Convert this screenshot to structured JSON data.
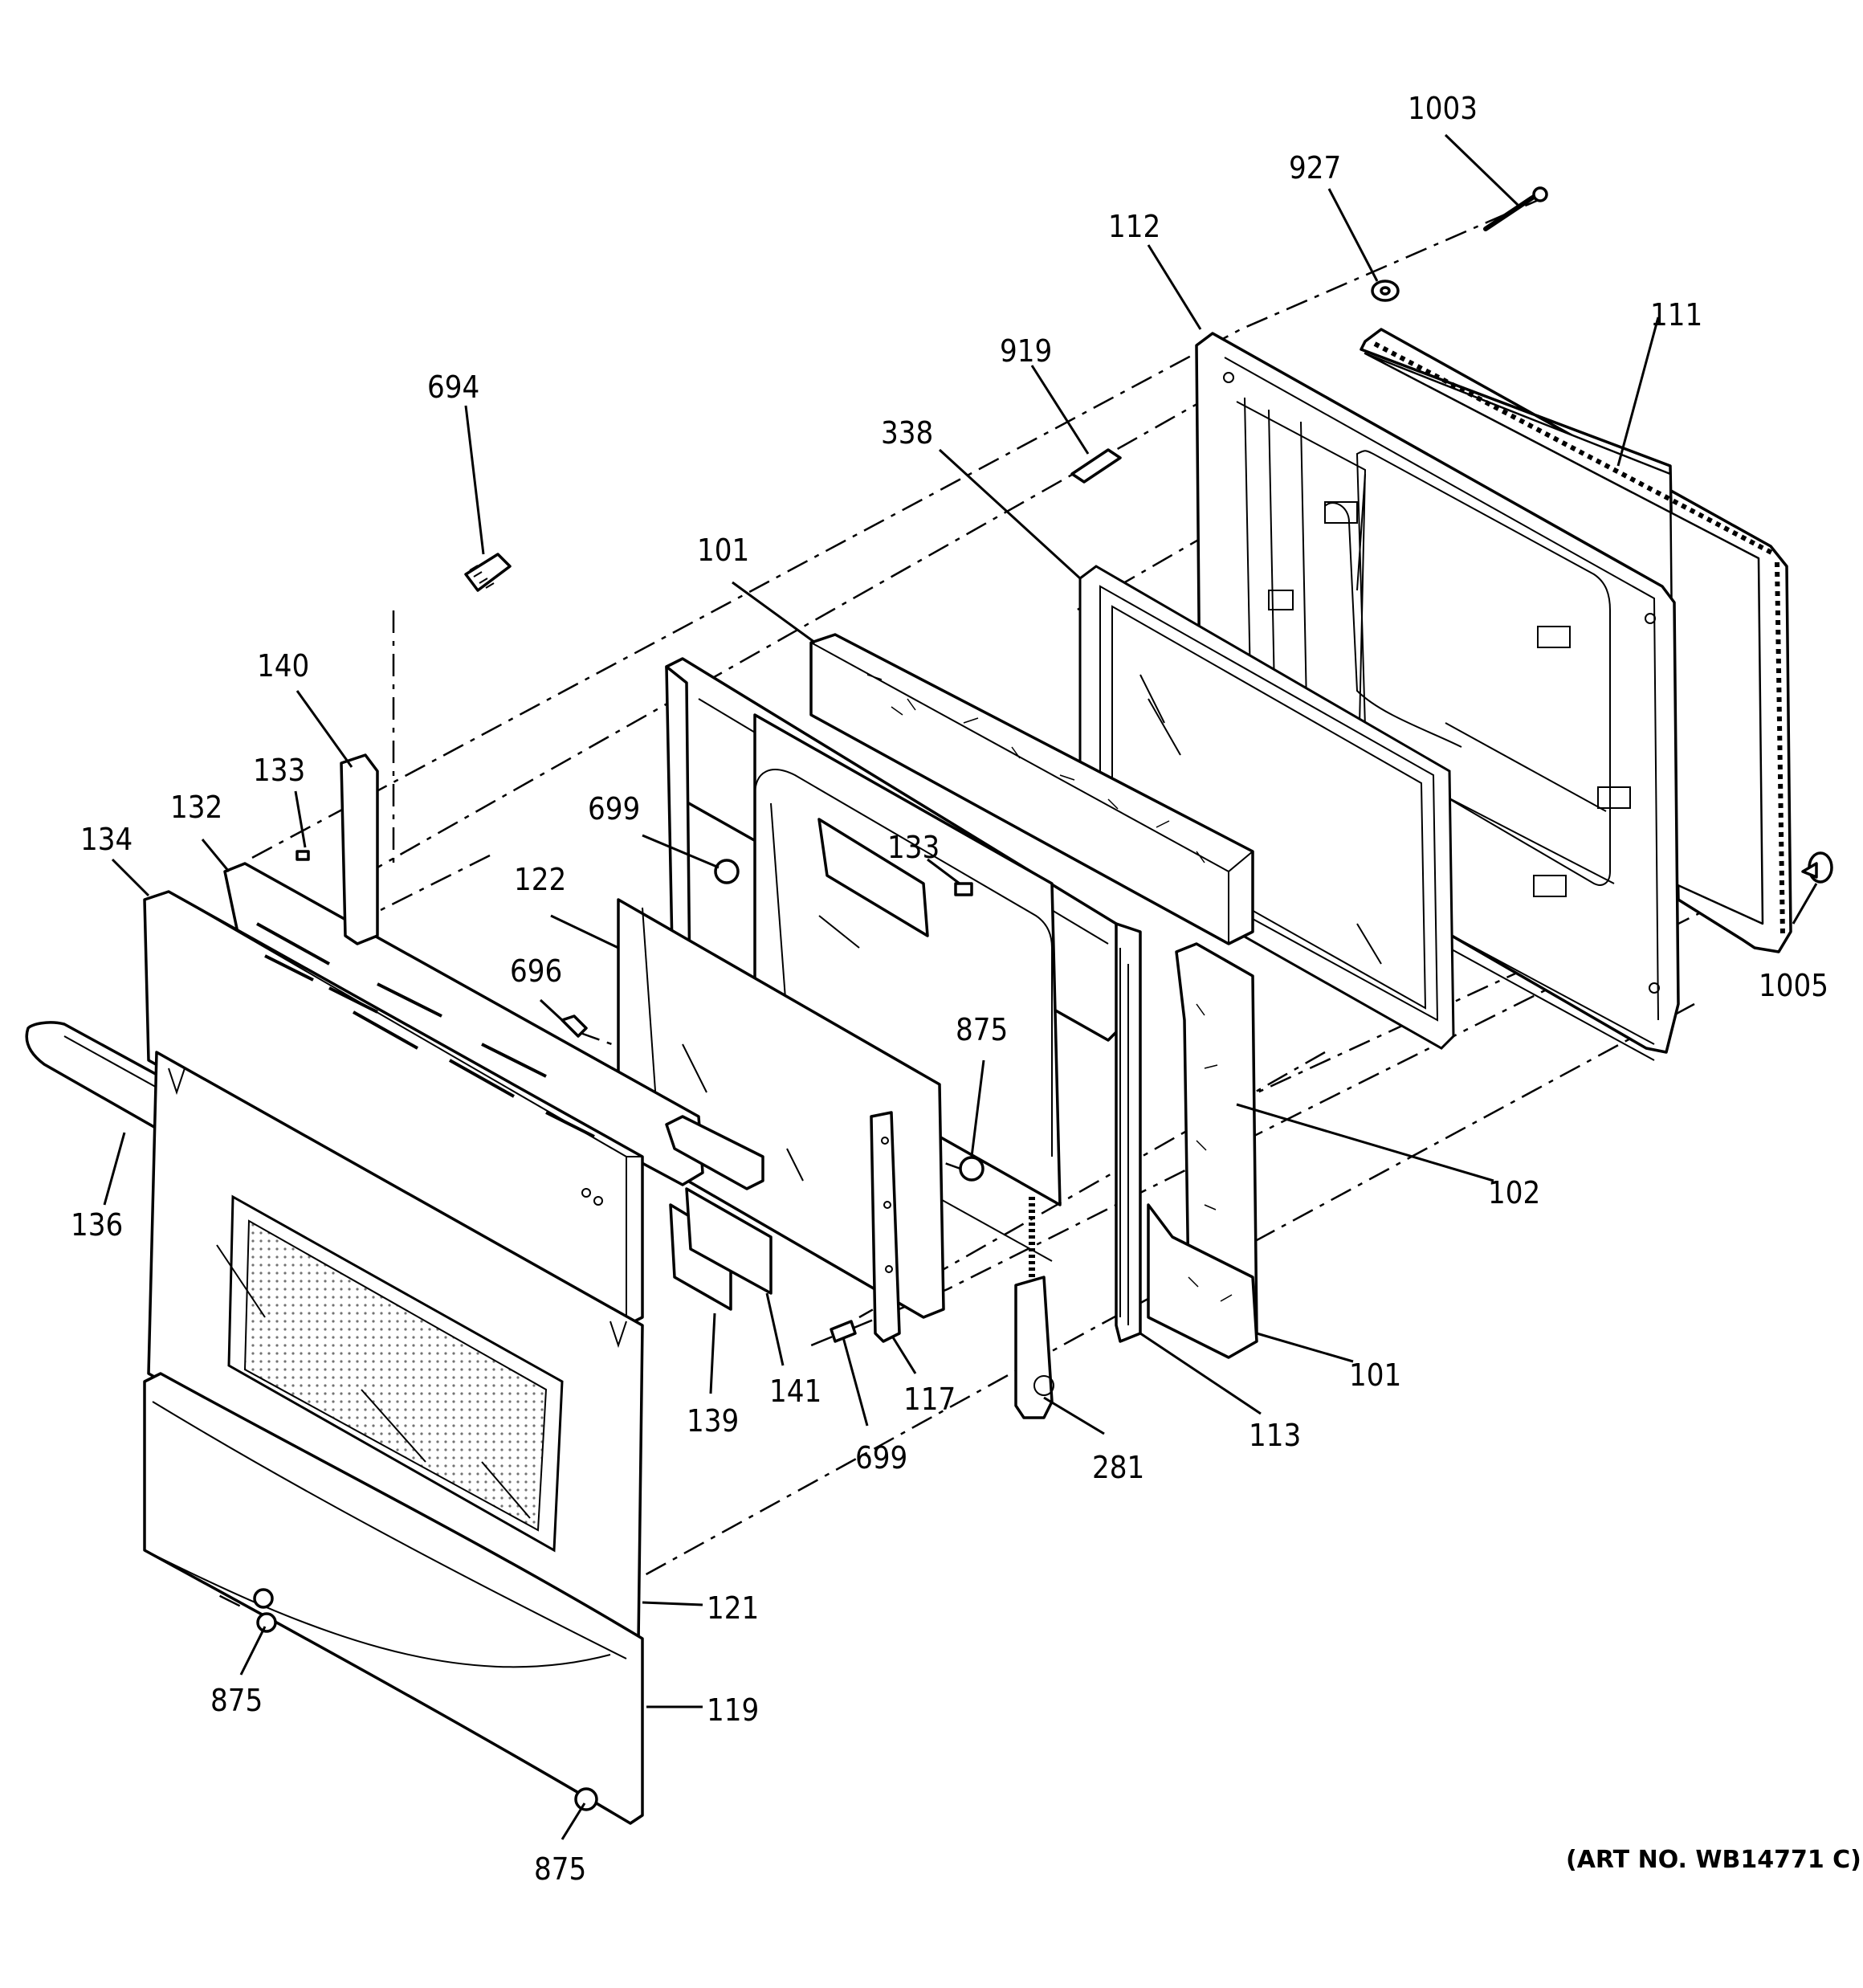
{
  "art_number": "(ART NO. WB14771 C)",
  "callouts": [
    {
      "id": "c1003",
      "label": "1003"
    },
    {
      "id": "c927",
      "label": "927"
    },
    {
      "id": "c112",
      "label": "112"
    },
    {
      "id": "c111",
      "label": "111"
    },
    {
      "id": "c919",
      "label": "919"
    },
    {
      "id": "c338",
      "label": "338"
    },
    {
      "id": "c694",
      "label": "694"
    },
    {
      "id": "c101a",
      "label": "101"
    },
    {
      "id": "c140",
      "label": "140"
    },
    {
      "id": "c133a",
      "label": "133"
    },
    {
      "id": "c132",
      "label": "132"
    },
    {
      "id": "c134",
      "label": "134"
    },
    {
      "id": "c699a",
      "label": "699"
    },
    {
      "id": "c133b",
      "label": "133"
    },
    {
      "id": "c122",
      "label": "122"
    },
    {
      "id": "c696",
      "label": "696"
    },
    {
      "id": "c875a",
      "label": "875"
    },
    {
      "id": "c1005",
      "label": "1005"
    },
    {
      "id": "c136",
      "label": "136"
    },
    {
      "id": "c102",
      "label": "102"
    },
    {
      "id": "c101b",
      "label": "101"
    },
    {
      "id": "c139",
      "label": "139"
    },
    {
      "id": "c141",
      "label": "141"
    },
    {
      "id": "c117",
      "label": "117"
    },
    {
      "id": "c113",
      "label": "113"
    },
    {
      "id": "c699b",
      "label": "699"
    },
    {
      "id": "c281",
      "label": "281"
    },
    {
      "id": "c121",
      "label": "121"
    },
    {
      "id": "c119",
      "label": "119"
    },
    {
      "id": "c875b",
      "label": "875"
    },
    {
      "id": "c875c",
      "label": "875"
    }
  ]
}
